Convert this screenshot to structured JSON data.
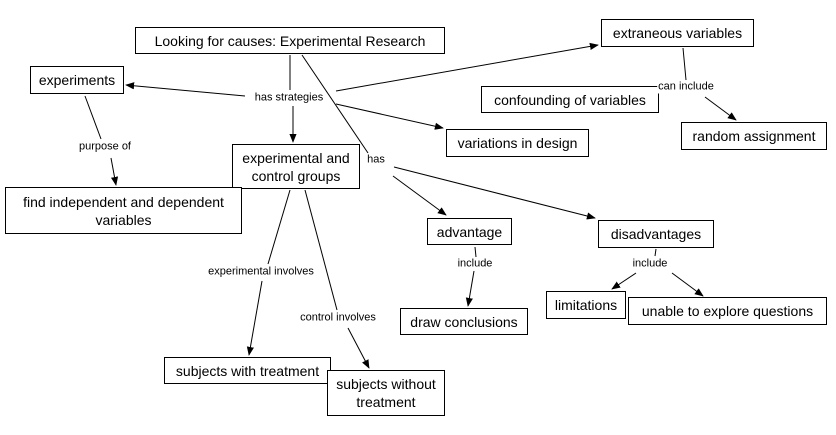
{
  "nodes": {
    "root": "Looking for causes: Experimental Research",
    "experiments": "experiments",
    "extraneous": "extraneous variables",
    "confounding": "confounding of variables",
    "random": "random assignment",
    "variations": "variations in design",
    "groups": "experimental and control groups",
    "find": "find independent and dependent variables",
    "advantage": "advantage",
    "disadvantages": "disadvantages",
    "draw": "draw conclusions",
    "limitations": "limitations",
    "unable": "unable to explore questions",
    "with": "subjects with treatment",
    "without": "subjects without treatment"
  },
  "links": {
    "has_strategies": "has strategies",
    "can_include": "can include",
    "purpose_of": "purpose of",
    "has": "has",
    "include_adv": "include",
    "include_dis": "include",
    "exp_involves": "experimental involves",
    "ctrl_involves": "control involves"
  },
  "colors": {
    "line": "#000000",
    "box_border": "#000000",
    "background": "#ffffff"
  }
}
